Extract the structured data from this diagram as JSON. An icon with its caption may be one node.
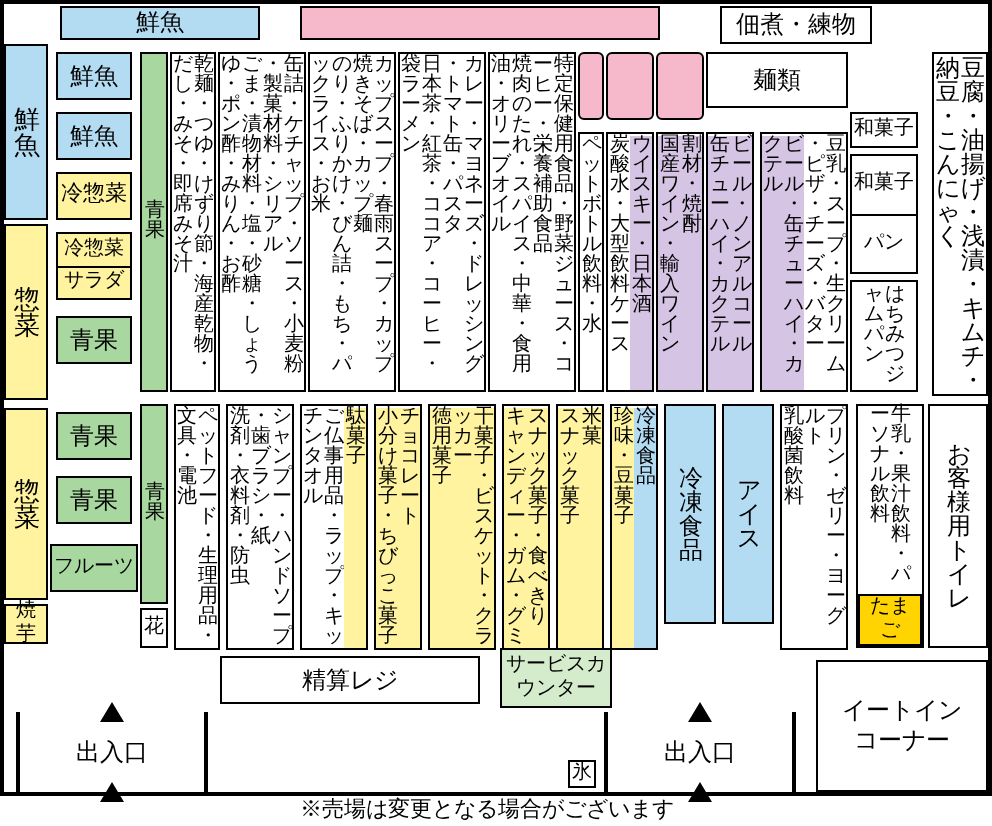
{
  "diagram": {
    "nodes": [
      {
        "text": [
          "鮮魚"
        ]
      },
      {
        "text": [],
        "shape": "bar"
      },
      {
        "text": [
          "佃煮・練物"
        ]
      },
      {
        "text": [
          "鮮魚"
        ]
      },
      {
        "text": [
          "惣菜"
        ]
      },
      {
        "text": [
          "惣菜"
        ]
      },
      {
        "text": [
          "焼芋"
        ]
      },
      {
        "text": [
          "鮮魚"
        ]
      },
      {
        "text": [
          "鮮魚"
        ]
      },
      {
        "text": [
          "冷惣菜"
        ]
      },
      {
        "text": [
          "冷惣菜",
          "サラダ"
        ]
      },
      {
        "text": [
          "青果"
        ]
      },
      {
        "text": [
          "青果"
        ]
      },
      {
        "text": [
          "青果"
        ]
      },
      {
        "text": [
          "フルーツ"
        ]
      },
      {
        "text": [
          "青果"
        ]
      },
      {
        "text": [
          "乾麺・つゆ・けずり節・海産乾物・だし・みそ・即席みそ汁"
        ]
      },
      {
        "text": [
          "ごま・漬物材料・塩・砂糖・しょうゆ・ポン酢・みりん・お酢",
          "缶詰・ケチャップ・ソース・小麦粉・製菓材料・シリアル"
        ]
      },
      {
        "text": [
          "のり・ふりかけ・びん詰・もち・パックライス・お米",
          "カップスープ・春雨スープ・カップ焼きそば・カップ麺"
        ]
      },
      {
        "text": [
          "日本茶・紅茶・ココア・コーヒー・袋ラーメン",
          "カレー・マヨネーズ・ドレッシング・トマト缶・パスタ"
        ]
      },
      {
        "text": [
          "焼肉のたれ・スパイス・中華・食用油・オリーブオイル",
          "特定保健用食品・野菜ジュース・コーヒー・栄養補助食品"
        ]
      },
      {
        "text": [],
        "shape": "box"
      },
      {
        "text": [
          "ペットボトル飲料・水"
        ]
      },
      {
        "text": [],
        "shape": "box"
      },
      {
        "text": [
          "炭酸水・大型飲料ケース",
          "ウイスキー・日本酒"
        ]
      },
      {
        "text": [],
        "shape": "box"
      },
      {
        "text": [
          "国産ワイン・輸入ワイン",
          "割材・焼酎"
        ]
      },
      {
        "text": [
          "麺類"
        ]
      },
      {
        "text": [
          "缶チューハイ・カクテル",
          "ビール・ノンアルコール"
        ]
      },
      {
        "text": [
          "ビール・缶チューハイ・カクテル",
          "豆乳・スープ・生クリーム・ピザ・チーズ・バター"
        ]
      },
      {
        "text": [
          "和菓子"
        ]
      },
      {
        "text": [
          "和菓子",
          "パン"
        ]
      },
      {
        "text": [
          "はちみつジャムパン"
        ]
      },
      {
        "text": [
          "豆腐・油揚げ・浅漬・キムチ・納豆・こんにゃく"
        ]
      },
      {
        "text": [
          "青果"
        ]
      },
      {
        "text": [
          "花"
        ]
      },
      {
        "text": [
          "ペットフード・生理用品・文具・電池"
        ]
      },
      {
        "text": [
          "洗剤・衣料剤・防虫",
          "シャンプー・ハンドソープ・歯ブラシ・紙"
        ]
      },
      {
        "text": [
          "ご仏事用品・ラップ・キッチンタオル",
          "駄菓子"
        ]
      },
      {
        "text": [
          "小分け菓子・ちびっこ菓子",
          "チョコレート"
        ]
      },
      {
        "text": [
          "徳用菓子",
          "干菓子・ビスケット・クラッカー"
        ]
      },
      {
        "text": [
          "キャンディー・ガム・グミ",
          "スナック菓子・食べきり"
        ]
      },
      {
        "text": [
          "スナック菓子",
          "米菓"
        ]
      },
      {
        "text": [
          "珍味・豆菓子",
          "冷凍食品"
        ]
      },
      {
        "text": [
          "冷凍食品"
        ]
      },
      {
        "text": [
          "アイス"
        ]
      },
      {
        "text": [
          "乳酸菌飲料",
          "プリン・ゼリー・ヨーグルト"
        ]
      },
      {
        "text": [
          "牛乳・果汁飲料・パーソナル飲料"
        ]
      },
      {
        "text": [
          "たまご"
        ],
        "in": 47
      },
      {
        "text": [
          "お客様用トイレ"
        ]
      },
      {
        "text": [
          "精算レジ"
        ]
      },
      {
        "text": [
          "サービスカウンター"
        ]
      },
      {
        "text": [
          "氷"
        ]
      },
      {
        "text": [
          "出入口"
        ]
      },
      {
        "text": [
          "出入口"
        ]
      },
      {
        "text": [
          "イートインコーナー"
        ]
      }
    ],
    "caption": "※売場は変更となる場合がございます"
  }
}
